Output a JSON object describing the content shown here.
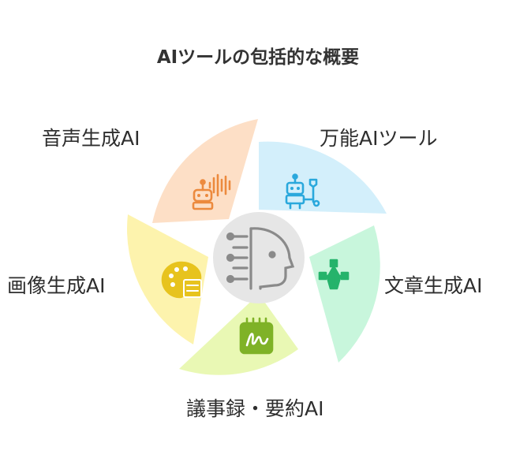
{
  "title": "AIツールの包括的な概要",
  "center": {
    "icon": "ai-head-icon",
    "fill": "#e6e6e6",
    "icon_color": "#8a8a8a"
  },
  "segments": [
    {
      "key": "universal",
      "label": "万能AIツール",
      "fill": "#d3effb",
      "icon": "robot-wrench-icon",
      "icon_color": "#2aa8dc"
    },
    {
      "key": "writing",
      "label": "文章生成AI",
      "fill": "#c8f6dc",
      "icon": "pen-nib-icon",
      "icon_color": "#25b36b"
    },
    {
      "key": "minutes",
      "label": "議事録・要約AI",
      "fill": "#e9f8b4",
      "icon": "notepad-squiggle-icon",
      "icon_color": "#7fb227"
    },
    {
      "key": "image",
      "label": "画像生成AI",
      "fill": "#fdf3ad",
      "icon": "palette-icon",
      "icon_color": "#e7c31e"
    },
    {
      "key": "voice",
      "label": "音声生成AI",
      "fill": "#fddfc6",
      "icon": "robot-soundwave-icon",
      "icon_color": "#ec8a3e"
    }
  ]
}
